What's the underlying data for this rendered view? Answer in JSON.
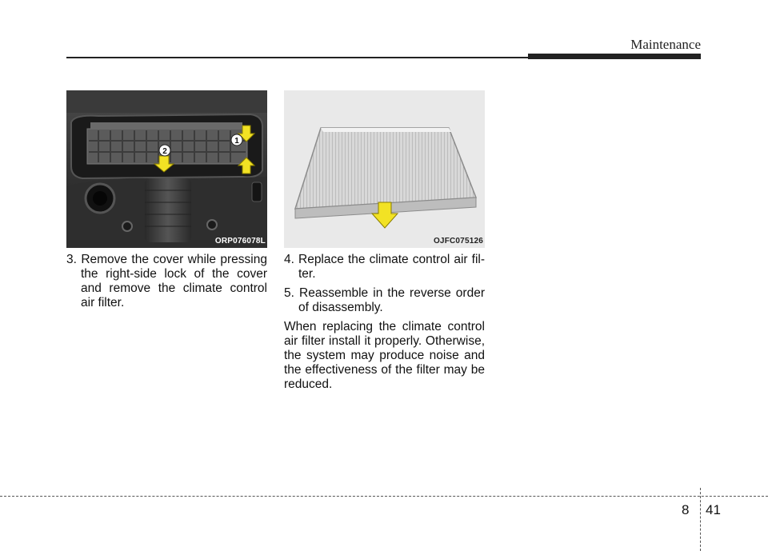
{
  "header": {
    "section_title": "Maintenance"
  },
  "figures": [
    {
      "code": "ORP076078L",
      "callouts": [
        "1",
        "2"
      ]
    },
    {
      "code": "OJFC075126"
    }
  ],
  "steps_left": [
    {
      "text": "3. Remove the cover while pressing the right-side lock of the cover and remove the climate control air filter."
    }
  ],
  "steps_right": [
    {
      "text": "4. Replace the climate control air fil- ter."
    },
    {
      "text": "5. Reassemble in the reverse order of disassembly."
    }
  ],
  "note": "When replacing the climate control air filter install it properly. Otherwise, the system may produce noise and the effectiveness of the filter may be reduced.",
  "footer": {
    "chapter": "8",
    "page": "41"
  },
  "colors": {
    "arrow": "#f2e224",
    "rule": "#222222"
  }
}
